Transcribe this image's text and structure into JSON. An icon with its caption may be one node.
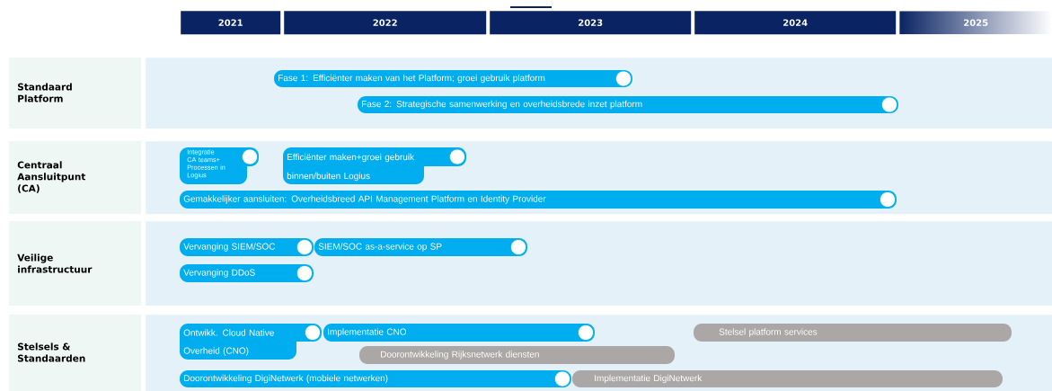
{
  "diagram": {
    "nodes": [
      {
        "text": [
          "2021"
        ]
      },
      {
        "text": [
          "2022"
        ]
      },
      {
        "text": [
          "2023"
        ]
      },
      {
        "text": [
          "2024"
        ]
      },
      {
        "text": [
          "2025"
        ]
      },
      {
        "text": [
          "Standaard Platform"
        ]
      },
      {
        "text": [],
        "shape": "band"
      },
      {
        "text": [
          "Fase 1: Efficiënter maken van het Platform; groei gebruik platform"
        ],
        "in": 6
      },
      {
        "text": [
          "Fase 2: Strategische samenwerking en overheidsbrede inzet platform"
        ],
        "in": 6
      },
      {
        "text": [
          "Centraal Aansluitpunt (CA)"
        ]
      },
      {
        "text": [],
        "shape": "band"
      },
      {
        "text": [
          "Integratie CA teams+ Processen in Logius"
        ],
        "in": 10
      },
      {
        "text": [
          "Efficiënter maken+groei gebruik binnen/buiten Logius"
        ],
        "in": 10
      },
      {
        "text": [
          "Gemakkelijker aansluiten: Overheidsbreed API Management Platform en Identity Provider"
        ],
        "in": 10
      },
      {
        "text": [
          "Veilige infrastructuur"
        ]
      },
      {
        "text": [],
        "shape": "band"
      },
      {
        "text": [
          "Vervanging SIEM/SOC"
        ],
        "in": 15
      },
      {
        "text": [
          "SIEM/SOC as-a-service op SP"
        ],
        "in": 15
      },
      {
        "text": [
          "Vervanging DDoS"
        ],
        "in": 15
      },
      {
        "text": [
          "Stelsels & Standaarden"
        ]
      },
      {
        "text": [],
        "shape": "band"
      },
      {
        "text": [
          "Ontwikk. Cloud Native Overheid (CNO)"
        ],
        "in": 20
      },
      {
        "text": [
          "Implementatie CNO"
        ],
        "in": 20
      },
      {
        "text": [
          "Stelsel platform services"
        ],
        "in": 20
      },
      {
        "text": [
          "Doorontwikkeling Rijksnetwerk diensten"
        ],
        "in": 20
      },
      {
        "text": [
          "Doorontwikkeling DigiNetwerk (mobiele netwerken)"
        ],
        "in": 20
      },
      {
        "text": [
          "Implementatie DigiNetwerk"
        ],
        "in": 20
      }
    ]
  }
}
